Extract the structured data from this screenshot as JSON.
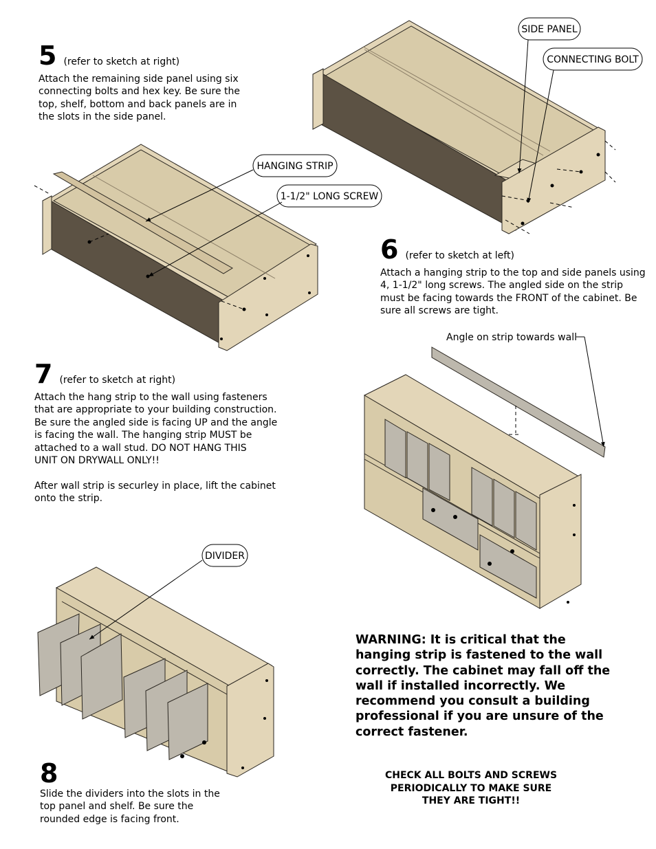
{
  "steps": {
    "step5": {
      "number": "5",
      "ref": "(refer to sketch at right)",
      "lines": [
        "Attach the remaining side panel using six",
        "connecting bolts and hex key.  Be sure the",
        "top, shelf, bottom and back panels are in",
        "the slots in the side panel."
      ]
    },
    "step6": {
      "number": "6",
      "ref": "(refer to sketch at left)",
      "lines": [
        "Attach a hanging strip to the top and side panels using",
        "4, 1-1/2\" long screws.  The angled side on the strip",
        "must be facing towards the FRONT of the cabinet.  Be",
        "sure all screws are tight."
      ]
    },
    "step7": {
      "number": "7",
      "ref": "(refer to sketch at right)",
      "lines": [
        "Attach the hang strip to the wall using fasteners",
        "that are appropriate to your building construction.",
        "Be sure the angled side is facing UP and the angle",
        "is facing the wall.  The hanging strip MUST be",
        "attached to a wall stud.  DO NOT HANG THIS",
        "UNIT ON DRYWALL ONLY!!",
        "",
        "After wall strip is securley in place, lift the cabinet",
        "onto the strip."
      ]
    },
    "step8": {
      "number": "8",
      "lines": [
        "Slide the dividers into the slots in the",
        "top panel and shelf.  Be sure the",
        "rounded edge is facing front."
      ]
    }
  },
  "callouts": {
    "side_panel": "SIDE PANEL",
    "connecting_bolt": "CONNECTING BOLT",
    "hanging_strip": "HANGING STRIP",
    "long_screw": "1-1/2\" LONG SCREW",
    "divider": "DIVIDER",
    "angle_note": "Angle on strip towards wall"
  },
  "warning": [
    "WARNING:  It is critical that the",
    "hanging strip is fastened to the wall",
    "correctly.  The cabinet may fall off the",
    "wall if installed incorrectly.  We",
    "recommend you consult a building",
    "professional if you are unsure of the",
    "correct fastener."
  ],
  "check": [
    "CHECK ALL BOLTS AND SCREWS",
    "PERIODICALLY TO MAKE SURE",
    "THEY ARE TIGHT!!"
  ],
  "colors": {
    "wood_light": "#e3d6b8",
    "wood_mid": "#d2c29f",
    "wood_dark": "#5c5244",
    "divider": "#bdb8ad",
    "ink": "#000000"
  }
}
